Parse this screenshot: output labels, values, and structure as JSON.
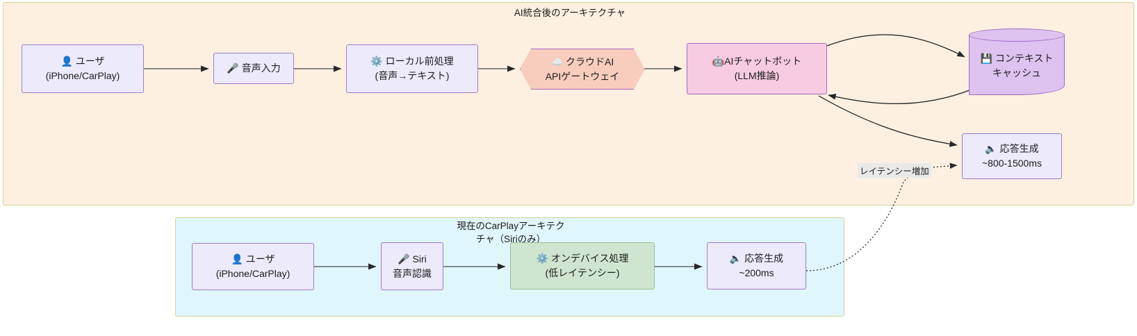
{
  "diagram": {
    "type": "flowchart",
    "subgraphs": [
      {
        "id": "ai",
        "title": "AI統合後のアーキテクチャ",
        "background": "#fdf0e0",
        "border": "#d3d38f"
      },
      {
        "id": "current",
        "title": "現在のCarPlayアーキテク\nチャ（Siriのみ）",
        "background": "#e0f6fd",
        "border": "#d3d38f"
      }
    ]
  },
  "nodes": {
    "ai_user": {
      "icon": "user-icon",
      "glyph": "👤",
      "line1": "ユーザ",
      "line2": "(iPhone/CarPlay)",
      "shape": "rect",
      "fill": "#eceafb",
      "stroke": "#9d7cd0"
    },
    "ai_voice_input": {
      "icon": "microphone-icon",
      "glyph": "🎤",
      "line1": "音声入力",
      "line2": "",
      "shape": "rect",
      "fill": "#eceafb",
      "stroke": "#9d7cd0"
    },
    "ai_local_preprocess": {
      "icon": "gear-icon",
      "glyph": "⚙️",
      "line1": "ローカル前処理",
      "line2": "(音声→テキスト)",
      "shape": "rect",
      "fill": "#eceafb",
      "stroke": "#9d7cd0"
    },
    "ai_cloud_gateway": {
      "icon": "cloud-icon",
      "glyph": "☁️",
      "line1": "クラウドAI",
      "line2": "APIゲートウェイ",
      "shape": "hexagon",
      "fill": "#f8cdbd",
      "stroke": "#a569c4"
    },
    "ai_chatbot": {
      "icon": "robot-icon",
      "glyph": "🤖",
      "line1": "AIチャットボット",
      "line2": "(LLM推論)",
      "shape": "rect",
      "fill": "#f7cbe2",
      "stroke": "#a569c4"
    },
    "ai_context_cache": {
      "icon": "floppy-disk-icon",
      "glyph": "💾",
      "line1": "コンテキスト",
      "line2": "キャッシュ",
      "shape": "cylinder",
      "fill": "#dec2ef",
      "stroke": "#a569c4"
    },
    "ai_response": {
      "icon": "speaker-icon",
      "glyph": "🔈",
      "line1": "応答生成",
      "line2": "~800-1500ms",
      "shape": "rect",
      "fill": "#eceafb",
      "stroke": "#9d7cd0"
    },
    "cur_user": {
      "icon": "user-icon",
      "glyph": "👤",
      "line1": "ユーザ",
      "line2": "(iPhone/CarPlay)",
      "shape": "rect",
      "fill": "#eceafb",
      "stroke": "#9d7cd0"
    },
    "cur_siri": {
      "icon": "microphone-icon",
      "glyph": "🎤",
      "line1": "Siri",
      "line2": "音声認識",
      "shape": "rect",
      "fill": "#eceafb",
      "stroke": "#9d7cd0"
    },
    "cur_ondevice": {
      "icon": "gear-icon",
      "glyph": "⚙️",
      "line1": "オンデバイス処理",
      "line2": "(低レイテンシー)",
      "shape": "rect",
      "fill": "#cfe5cf",
      "stroke": "#9ac09a"
    },
    "cur_response": {
      "icon": "speaker-icon",
      "glyph": "🔈",
      "line1": "応答生成",
      "line2": "~200ms",
      "shape": "rect",
      "fill": "#eceafb",
      "stroke": "#9d7cd0"
    }
  },
  "edges": {
    "latency_label": "レイテンシー増加"
  }
}
